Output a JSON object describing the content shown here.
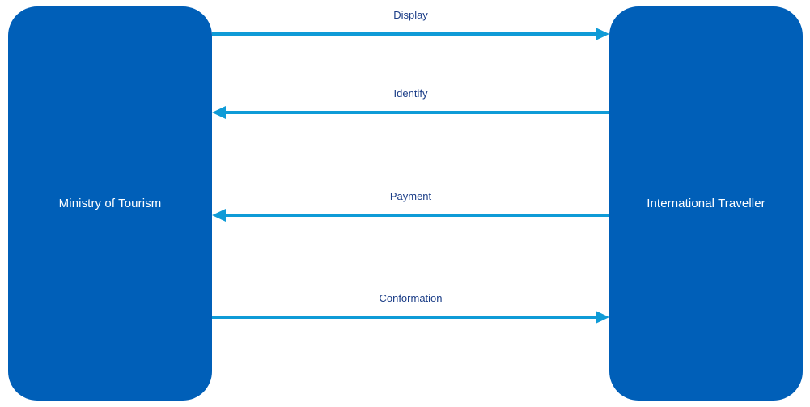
{
  "diagram": {
    "type": "sequence-interaction",
    "background_color": "#ffffff",
    "actor_color": "#005FB8",
    "actor_text_color": "#ffffff",
    "arrow_color": "#0F9BD7",
    "label_color": "#1B3D87",
    "actors": [
      {
        "id": "ministry-of-tourism",
        "label": "Ministry of Tourism",
        "side": "left"
      },
      {
        "id": "international-traveller",
        "label": "International Traveller",
        "side": "right"
      }
    ],
    "messages": [
      {
        "label": "Display",
        "direction": "right",
        "from": "Ministry of Tourism",
        "to": "International Traveller"
      },
      {
        "label": "Identify",
        "direction": "left",
        "from": "International Traveller",
        "to": "Ministry of Tourism"
      },
      {
        "label": "Payment",
        "direction": "left",
        "from": "International Traveller",
        "to": "Ministry of Tourism"
      },
      {
        "label": "Conformation",
        "direction": "right",
        "from": "Ministry of Tourism",
        "to": "International Traveller"
      }
    ]
  }
}
